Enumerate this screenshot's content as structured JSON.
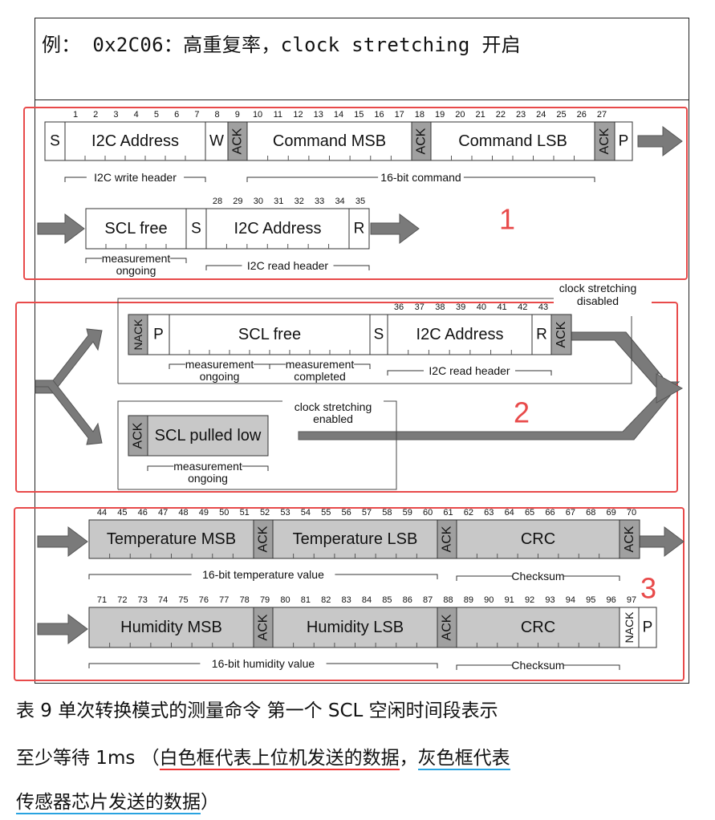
{
  "title": "例： 0x2C06：高重复率，clock stretching 开启",
  "colors": {
    "sensor_fill": "#c8c8c8",
    "ack_fill": "#a0a0a0",
    "host_fill": "#ffffff",
    "arrow": "#7a7a7a",
    "section_border": "#e84a4a",
    "section_number": "#e84a4a",
    "underline_red": "#e33333",
    "underline_blue": "#29a3e0"
  },
  "sections": [
    {
      "number": "1"
    },
    {
      "number": "2"
    },
    {
      "number": "3"
    }
  ],
  "labels": {
    "s": "S",
    "w": "W",
    "r": "R",
    "p": "P",
    "ack": "ACK",
    "nack": "NACK",
    "i2c_address": "I2C Address",
    "command_msb": "Command MSB",
    "command_lsb": "Command LSB",
    "scl_free": "SCL free",
    "scl_pulled_low": "SCL pulled low",
    "temperature_msb": "Temperature MSB",
    "temperature_lsb": "Temperature LSB",
    "humidity_msb": "Humidity MSB",
    "humidity_lsb": "Humidity LSB",
    "crc": "CRC"
  },
  "braces": {
    "i2c_write_header": "I2C write header",
    "command_16bit": "16-bit command",
    "measurement_ongoing_1": "measurement",
    "measurement_ongoing_2": "ongoing",
    "i2c_read_header": "I2C read header",
    "clock_stretching_disabled_1": "clock stretching",
    "clock_stretching_disabled_2": "disabled",
    "clock_stretching_enabled_1": "clock stretching",
    "clock_stretching_enabled_2": "enabled",
    "measurement_completed_1": "measurement",
    "measurement_completed_2": "completed",
    "temperature_value": "16-bit temperature value",
    "humidity_value": "16-bit humidity value",
    "checksum": "Checksum"
  },
  "bit_numbers": {
    "row1": [
      "1",
      "2",
      "3",
      "4",
      "5",
      "6",
      "7",
      "8",
      "9",
      "10",
      "11",
      "12",
      "13",
      "14",
      "15",
      "16",
      "17",
      "18",
      "19",
      "20",
      "21",
      "22",
      "23",
      "24",
      "25",
      "26",
      "27"
    ],
    "row2": [
      "28",
      "29",
      "30",
      "31",
      "32",
      "33",
      "34",
      "35"
    ],
    "row3": [
      "36",
      "37",
      "38",
      "39",
      "40",
      "41",
      "42",
      "43"
    ],
    "row4": [
      "44",
      "45",
      "46",
      "47",
      "48",
      "49",
      "50",
      "51",
      "52",
      "53",
      "54",
      "55",
      "56",
      "57",
      "58",
      "59",
      "60",
      "61",
      "62",
      "63",
      "64",
      "65",
      "66",
      "67",
      "68",
      "69",
      "70"
    ],
    "row5": [
      "71",
      "72",
      "73",
      "74",
      "75",
      "76",
      "77",
      "78",
      "79",
      "80",
      "81",
      "82",
      "83",
      "84",
      "85",
      "86",
      "87",
      "88",
      "89",
      "90",
      "91",
      "92",
      "93",
      "94",
      "95",
      "96",
      "97"
    ]
  },
  "caption": {
    "line1": "表 9 单次转换模式的测量命令 第一个 SCL 空闲时间段表示",
    "line2_prefix": "至少等待 1ms （",
    "line2_red": "白色框代表上位机发送的数据",
    "line2_sep": "，",
    "line2_blue": "灰色框代表",
    "line3_blue": "传感器芯片发送的数据",
    "line3_suffix": "）"
  }
}
